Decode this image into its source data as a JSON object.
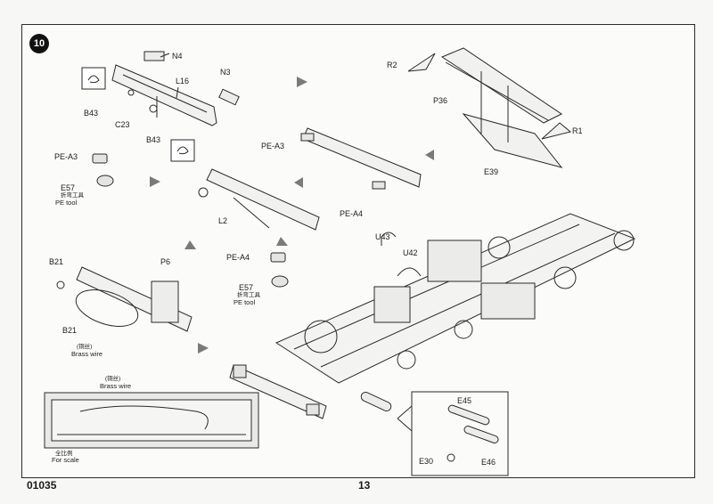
{
  "step": {
    "number": "10"
  },
  "footer": {
    "kit_code": "01035",
    "page_number": "13"
  },
  "labels": {
    "N4": "N4",
    "N3": "N3",
    "L16": "L16",
    "B43_a": "B43",
    "C23": "C23",
    "B43_b": "B43",
    "R2": "R2",
    "P36": "P36",
    "R1": "R1",
    "E39": "E39",
    "PE_A3_left": "PE-A3",
    "E57_left": "E57",
    "PE_tool_left_cn": "折弯工具",
    "PE_tool_left": "PE tool",
    "PE_A3_mid": "PE-A3",
    "PE_A4_mid": "PE-A4",
    "L2": "L2",
    "PE_A4_low": "PE-A4",
    "E57_low": "E57",
    "PE_tool_low_cn": "折弯工具",
    "PE_tool_low": "PE tool",
    "B21_a": "B21",
    "P6": "P6",
    "B21_b": "B21",
    "brass_wire_cn_a": "(铜丝)",
    "brass_wire_a": "Brass wire",
    "U43": "U43",
    "U42": "U42",
    "brass_wire_cn_b": "(铜丝)",
    "brass_wire_b": "Brass wire",
    "for_scale_cn": "全比例",
    "for_scale": "For scale",
    "E45": "E45",
    "E30": "E30",
    "E46": "E46"
  },
  "colors": {
    "line": "#2a2a2a",
    "arrow": "#7a7a7a",
    "panel": "#e9e9e7"
  }
}
